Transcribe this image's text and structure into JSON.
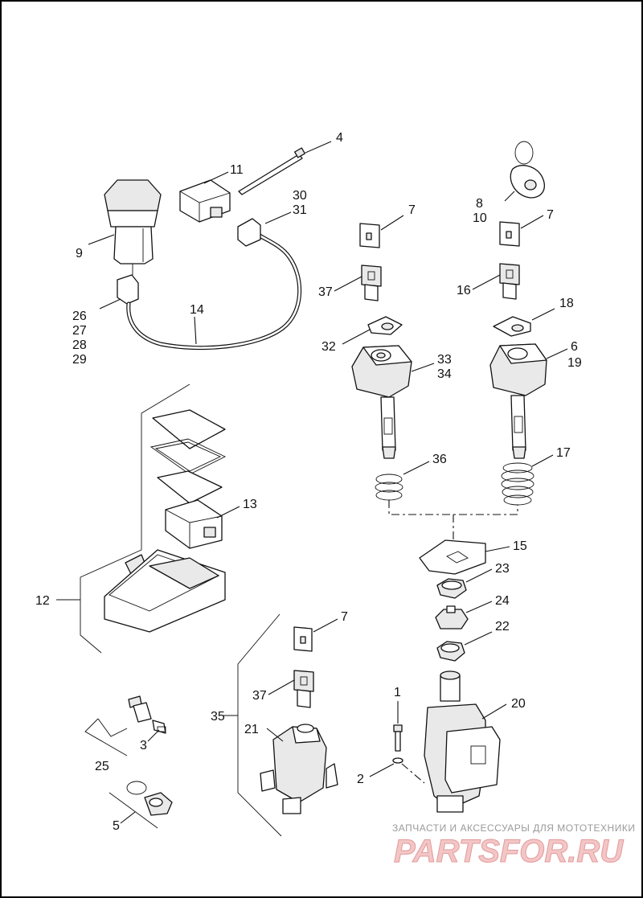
{
  "diagram": {
    "callouts": {
      "c1": "1",
      "c2": "2",
      "c3": "3",
      "c4": "4",
      "c5": "5",
      "c6": "6",
      "c7a": "7",
      "c7b": "7",
      "c7c": "7",
      "c8": "8",
      "c9": "9",
      "c10": "10",
      "c11": "11",
      "c12": "12",
      "c13": "13",
      "c14": "14",
      "c15": "15",
      "c16": "16",
      "c17": "17",
      "c18": "18",
      "c19": "19",
      "c20": "20",
      "c21": "21",
      "c22": "22",
      "c23": "23",
      "c24": "24",
      "c25": "25",
      "c26": "26",
      "c27": "27",
      "c28": "28",
      "c29": "29",
      "c30": "30",
      "c31": "31",
      "c32": "32",
      "c33": "33",
      "c34": "34",
      "c35": "35",
      "c36": "36",
      "c37a": "37",
      "c37b": "37"
    }
  },
  "watermark": {
    "line1": "ЗАПЧАСТИ И АКСЕССУАРЫ ДЛЯ МОТОТЕХНИКИ",
    "line2": "PARTSFOR.RU"
  }
}
